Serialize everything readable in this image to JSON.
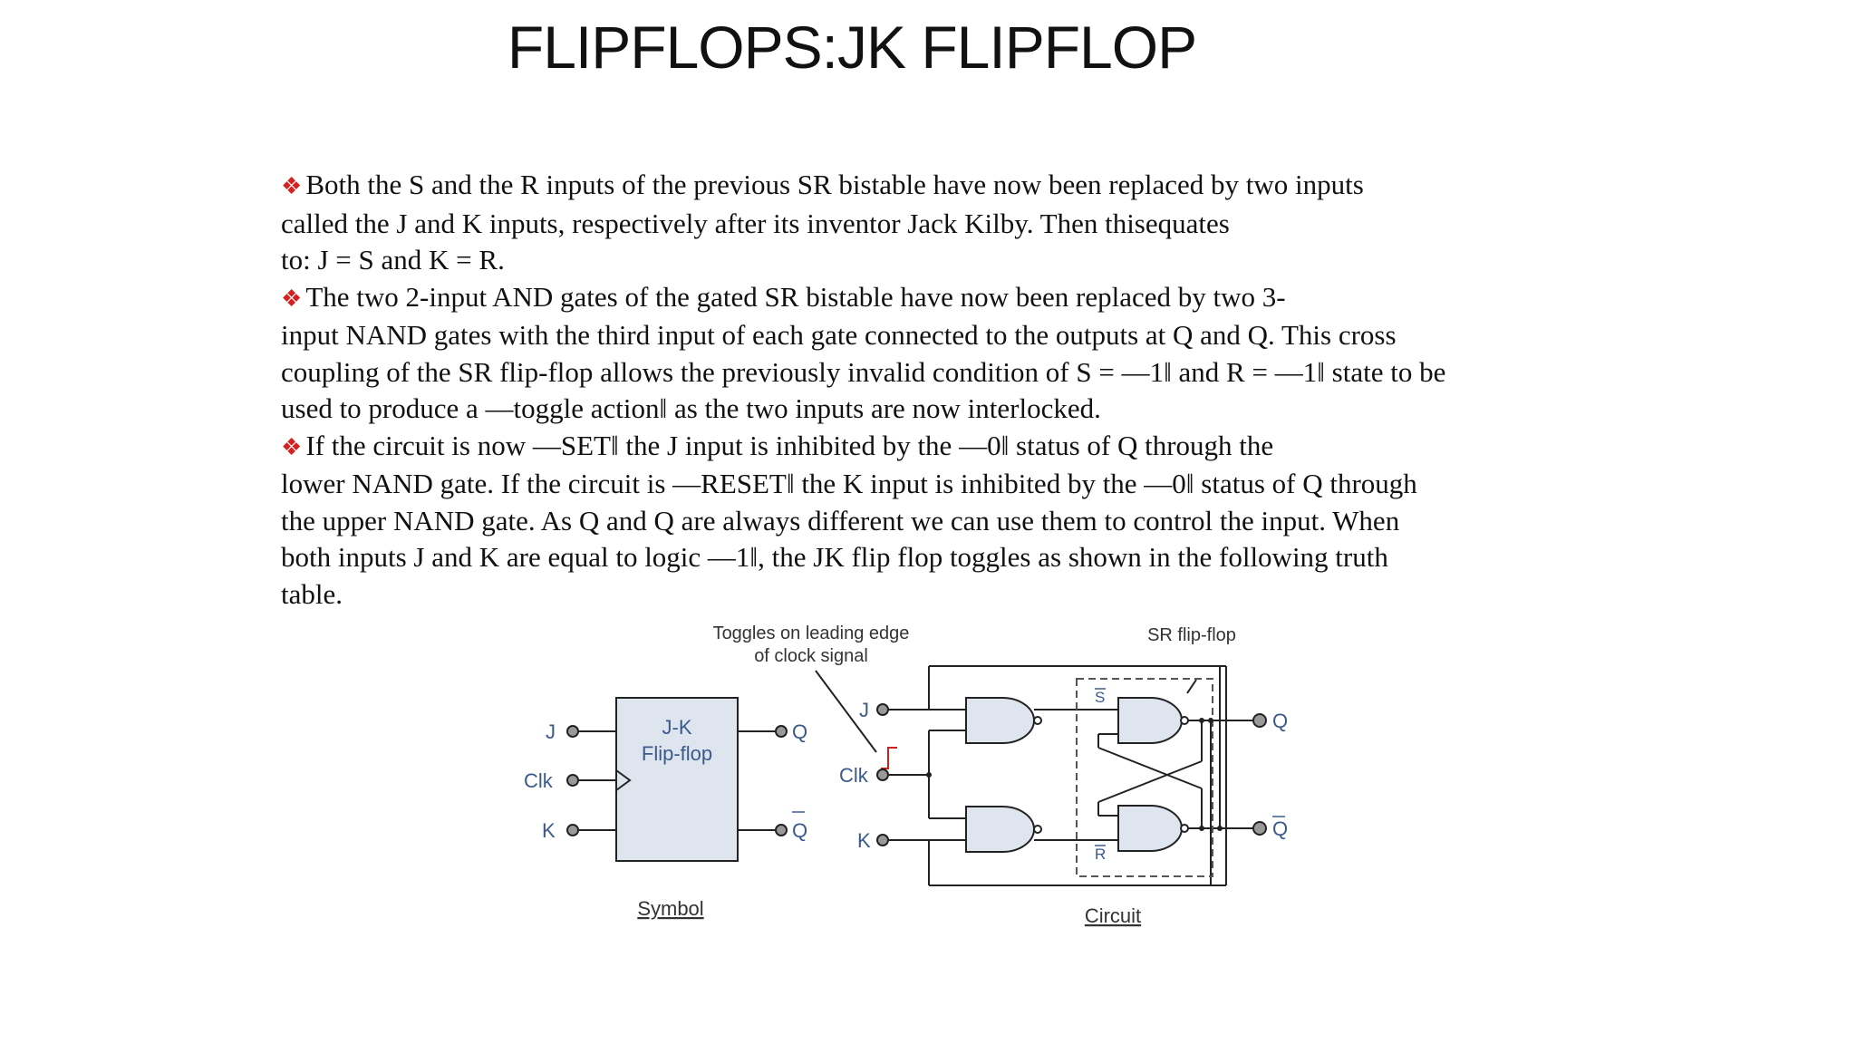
{
  "slide": {
    "title": "FLIPFLOPS:JK FLIPFLOP"
  },
  "paragraphs": {
    "lines": [
      "Both the S and the R inputs of the previous SR bistable have now been replaced by two inputs",
      "called the J and K inputs, respectively after its inventor Jack Kilby. Then thisequates",
      "to: J = S and K = R.",
      "The two 2-input AND gates of the gated SR bistable have now been replaced by two 3-",
      "input NAND gates with the third input of each gate connected to the outputs at Q and Q. This cross",
      "coupling of the SR flip-flop allows the previously invalid condition of S = ―1‖ and R = ―1‖ state to be",
      "used to produce a ―toggle action‖ as the two inputs are now interlocked.",
      "If the circuit is now ―SET‖ the J input is inhibited by the ―0‖ status of Q through the",
      "lower NAND gate. If the circuit is ―RESET‖ the K input is inhibited by the ―0‖ status of Q through",
      "the upper NAND gate. As Q and Q are always different we can use them to control the input. When",
      "both inputs J and K are equal to logic ―1‖, the JK flip flop toggles as shown in the following truth",
      "table."
    ]
  },
  "figure": {
    "annotation_toggle_line1": "Toggles on leading edge",
    "annotation_toggle_line2": "of clock signal",
    "annotation_sr": "SR flip-flop",
    "symbol": {
      "box_line1": "J-K",
      "box_line2": "Flip-flop",
      "input_j": "J",
      "input_clk": "Clk",
      "input_k": "K",
      "output_q": "Q",
      "output_qbar": "Q",
      "caption": "Symbol"
    },
    "circuit": {
      "input_j": "J",
      "input_clk": "Clk",
      "input_k": "K",
      "s_bar": "S",
      "r_bar": "R",
      "output_q": "Q",
      "output_qbar": "Q",
      "caption": "Circuit"
    },
    "colors": {
      "box_fill": "#dfe5ef",
      "label_blue": "#3a5a8c",
      "wire": "#222222",
      "arrow_red": "#d02020"
    }
  }
}
